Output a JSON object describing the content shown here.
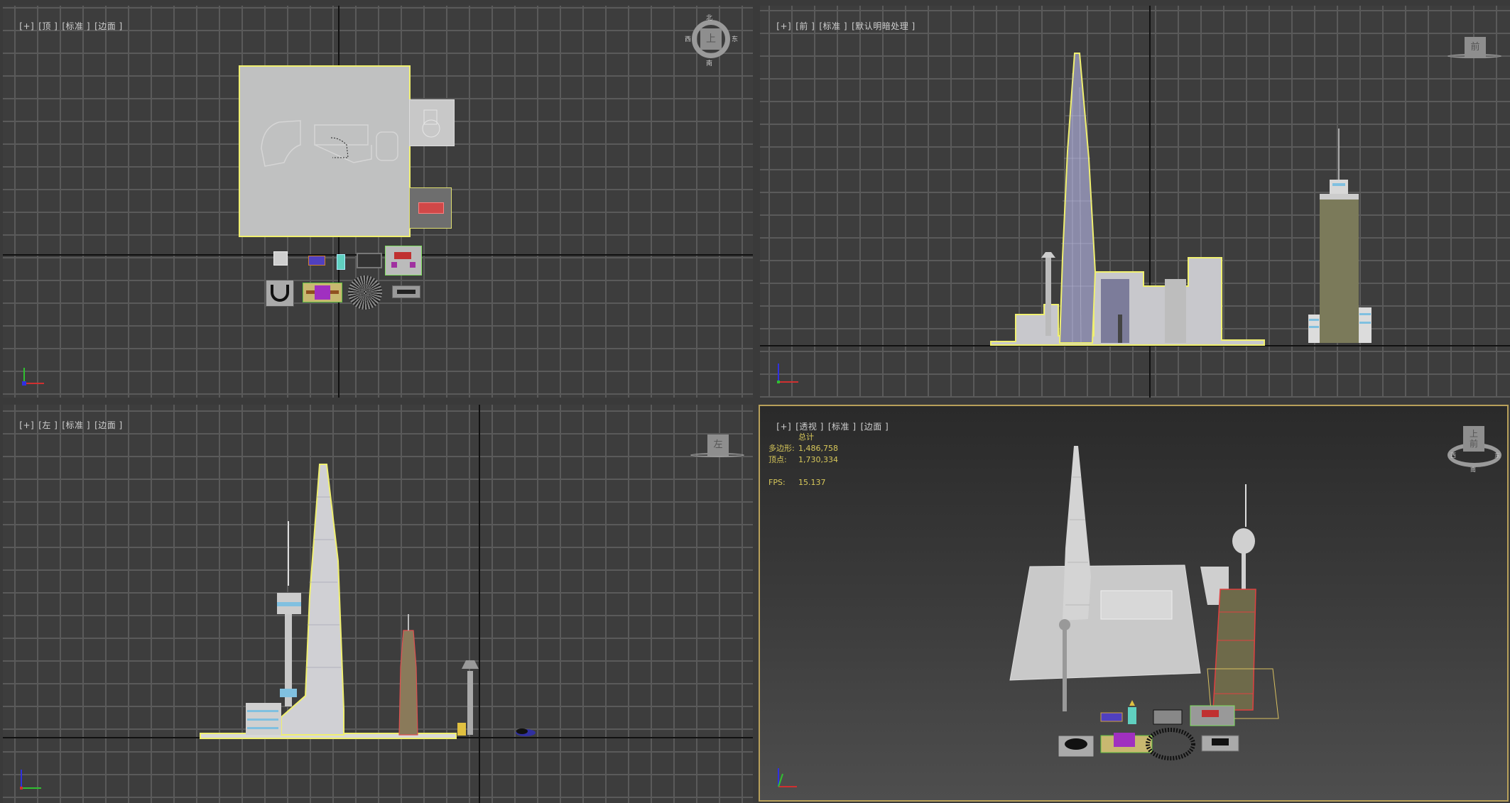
{
  "viewports": {
    "top": {
      "labels": [
        "[+]",
        "[顶 ]",
        "[标准 ]",
        "[边面 ]"
      ],
      "viewcube": {
        "face": "上",
        "north": "北",
        "south": "南",
        "east": "东",
        "west": "西"
      }
    },
    "front": {
      "labels": [
        "[+]",
        "[前 ]",
        "[标准 ]",
        "[默认明暗处理 ]"
      ],
      "viewcube": {
        "face": "前"
      }
    },
    "left": {
      "labels": [
        "[+]",
        "[左 ]",
        "[标准 ]",
        "[边面 ]"
      ],
      "viewcube": {
        "face": "左"
      }
    },
    "perspective": {
      "labels": [
        "[+]",
        "[透视 ]",
        "[标准 ]",
        "[边面 ]"
      ],
      "viewcube": {
        "top": "上",
        "face": "前",
        "west": "西",
        "east": "东",
        "south": "南"
      },
      "active": true,
      "stats": {
        "header": "总计",
        "polygons_label": "多边形:",
        "polygons": "1,486,758",
        "vertices_label": "顶点:",
        "vertices": "1,730,334",
        "fps_label": "FPS:",
        "fps": "15.137"
      }
    }
  },
  "colors": {
    "viewport_bg": "#3d3d3d",
    "grid": "#5a5a5a",
    "selection": "#f0f070",
    "active_border": "#b8a05a",
    "stats_text": "#d8c85a",
    "axis_x": "#d03030",
    "axis_y": "#30c030",
    "axis_z": "#3030e0"
  }
}
